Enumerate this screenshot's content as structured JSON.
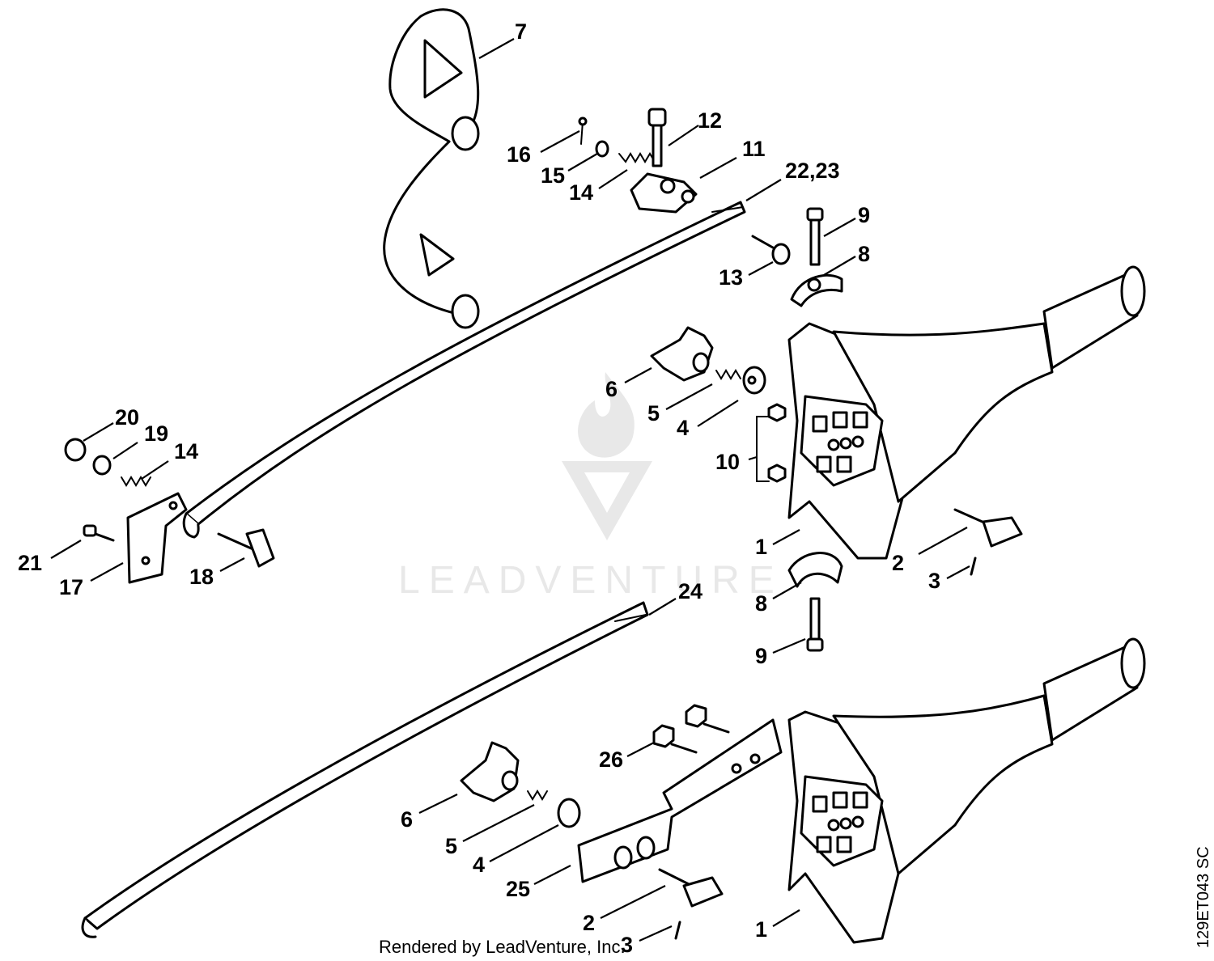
{
  "watermark": {
    "brand": "LEADVENTURE"
  },
  "footer": {
    "credit": "Rendered by LeadVenture, Inc."
  },
  "drawing_code": "129ET043 SC",
  "callouts": {
    "c7": "7",
    "c12": "12",
    "c16": "16",
    "c11": "11",
    "c15": "15",
    "c14a": "14",
    "c22_23": "22,23",
    "c9a": "9",
    "c8a": "8",
    "c13": "13",
    "c6a": "6",
    "c5a": "5",
    "c4a": "4",
    "c10": "10",
    "c20": "20",
    "c19": "19",
    "c14b": "14",
    "c21": "21",
    "c17": "17",
    "c18": "18",
    "c1a": "1",
    "c2a": "2",
    "c3a": "3",
    "c8b": "8",
    "c24": "24",
    "c9b": "9",
    "c26": "26",
    "c6b": "6",
    "c5b": "5",
    "c4b": "4",
    "c25": "25",
    "c2b": "2",
    "c1b": "1",
    "c3b": "3"
  }
}
